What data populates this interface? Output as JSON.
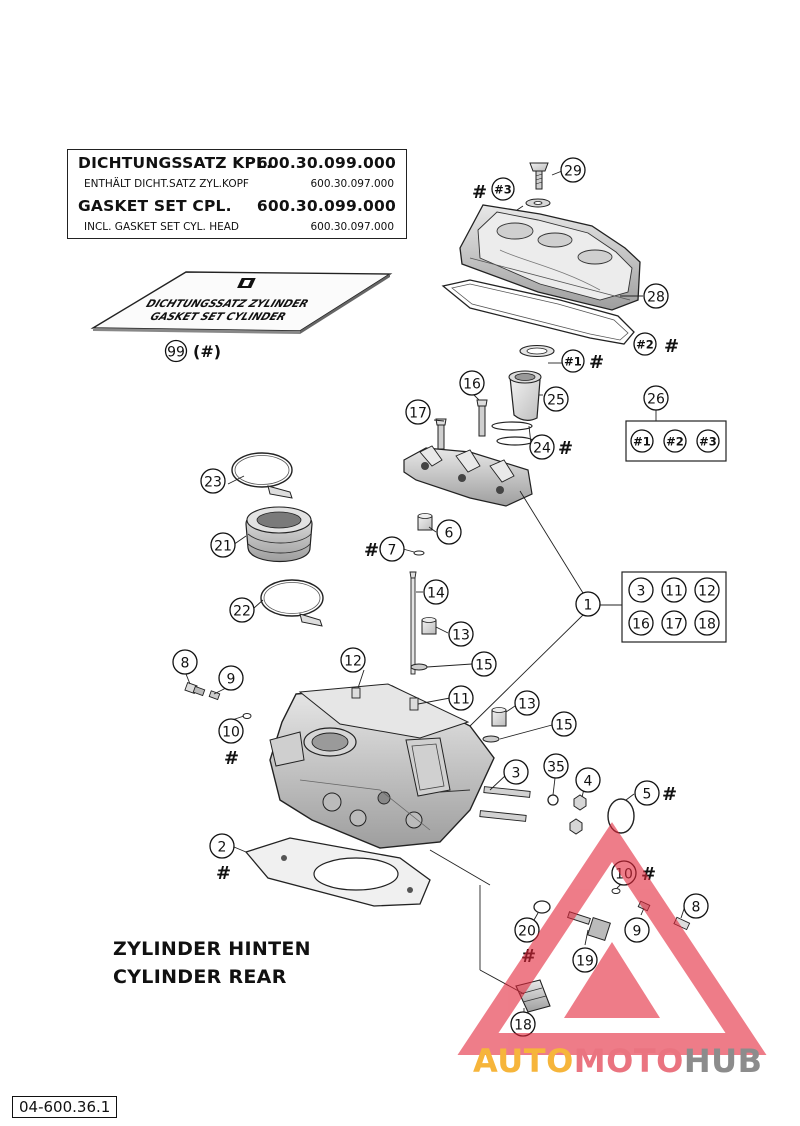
{
  "gasket_box": {
    "line1_left": "DICHTUNGSSATZ KPL.",
    "line1_right": "600.30.099.000",
    "line2_left": "ENTHÄLT DICHT.SATZ ZYL.KOPF",
    "line2_right": "600.30.097.000",
    "line3_left": "GASKET SET CPL.",
    "line3_right": "600.30.099.000",
    "line4_left": "INCL. GASKET SET CYL. HEAD",
    "line4_right": "600.30.097.000"
  },
  "gasket_card": {
    "line1": "DICHTUNGSSATZ ZYLINDER",
    "line2": "GASKET SET CYLINDER",
    "ref_number": "99",
    "ref_suffix": "(#)"
  },
  "callouts": {
    "c1": "1",
    "c2": "2",
    "c3": "3",
    "c4": "4",
    "c5": "5",
    "c6": "6",
    "c7": "7",
    "c8a": "8",
    "c8b": "8",
    "c9a": "9",
    "c9b": "9",
    "c10a": "10",
    "c10b": "10",
    "c11": "11",
    "c12": "12",
    "c13a": "13",
    "c13b": "13",
    "c14": "14",
    "c15a": "15",
    "c15b": "15",
    "c16": "16",
    "c17": "17",
    "c18": "18",
    "c19": "19",
    "c20": "20",
    "c21": "21",
    "c22": "22",
    "c23": "23",
    "c24": "24",
    "c25": "25",
    "c26": "26",
    "c28": "28",
    "c29": "29",
    "c35": "35"
  },
  "kit_markers": {
    "m1": "#1",
    "m2": "#2",
    "m3": "#3",
    "k1": "#1",
    "k2": "#2",
    "k3": "#3",
    "hash": "#"
  },
  "group1_box": [
    "3",
    "11",
    "12",
    "16",
    "17",
    "18"
  ],
  "caption": {
    "line1": "ZYLINDER HINTEN",
    "line2": "CYLINDER REAR"
  },
  "doc_number": "04-600.36.1",
  "watermark": {
    "part1": "AUTO",
    "part2": "MOTO",
    "part3": "HUB",
    "colors": {
      "auto": "#f6b53b",
      "moto": "#ea7480",
      "hub": "#8c8c8c"
    }
  }
}
